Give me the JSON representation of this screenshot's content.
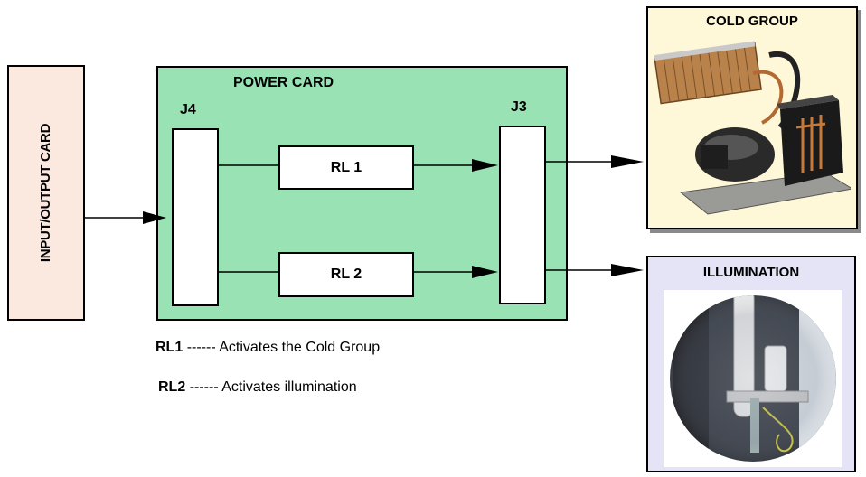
{
  "io_card": {
    "label": "INPUT/OUTPUT CARD"
  },
  "power_card": {
    "title": "POWER CARD",
    "connector_left": "J4",
    "connector_right": "J3",
    "relays": [
      "RL 1",
      "RL 2"
    ]
  },
  "outputs": {
    "cold_group": {
      "title": "COLD GROUP"
    },
    "illumination": {
      "title": "ILLUMINATION"
    }
  },
  "legend": [
    {
      "code": "RL1",
      "dashes": "------",
      "text": "Activates the Cold Group"
    },
    {
      "code": "RL2",
      "dashes": "------",
      "text": "Activates  illumination"
    }
  ],
  "colors": {
    "io_card_bg": "#fbe9df",
    "power_card_bg": "#98e2b4",
    "cold_group_bg": "#fff8d8",
    "illumination_bg": "#e4e4f6"
  }
}
